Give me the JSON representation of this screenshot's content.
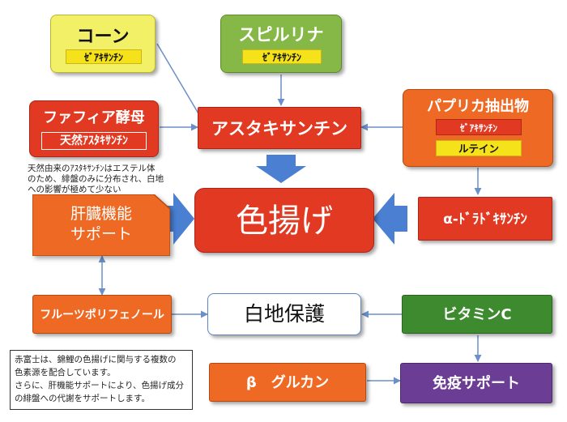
{
  "colors": {
    "lime": "#f2f066",
    "green": "#86b848",
    "red": "#e23a22",
    "orange": "#ee6a24",
    "purple": "#6b3d94",
    "darkgreen": "#3e8a2e",
    "chip_yellow": "#f5e21a",
    "connector": "#6b8fc9",
    "big_arrow": "#4a7fd2"
  },
  "nodes": {
    "corn": {
      "title": "コーン",
      "tag": "ｾﾞｱｷｻﾝﾁﾝ"
    },
    "spirulina": {
      "title": "スピルリナ",
      "tag": "ｾﾞｱｷｻﾝﾁﾝ"
    },
    "phaffia": {
      "title": "ファフィア酵母",
      "tag": "天然ｱｽﾀｷｻﾝﾁﾝ"
    },
    "astaxanthin": {
      "title": "アスタキサンチン"
    },
    "paprika": {
      "title": "パプリカ抽出物",
      "tags": [
        "ｾﾞｱｷｻﾝﾁﾝ",
        "ルテイン"
      ]
    },
    "alpha_doradoxanthin": {
      "title": "α-ﾄﾞﾗﾄﾞｷｻﾝﾁﾝ"
    },
    "coloration": {
      "title": "色揚げ"
    },
    "liver_support": {
      "line1": "肝臓機能",
      "line2": "サポート"
    },
    "fruit_polyphenol": {
      "title": "フルーツポリフェノール"
    },
    "white_protection": {
      "title": "白地保護"
    },
    "vitamin_c": {
      "title": "ビタミンC"
    },
    "beta_glucan": {
      "title": "β　グルカン"
    },
    "immune_support": {
      "title": "免疫サポート"
    }
  },
  "notes": {
    "astaxanthin_note": [
      "天然由来のｱｽﾀｷｻﾝﾁﾝはエステル体",
      "のため、緋盤のみに分布され、白地",
      "への影響が極めて少ない"
    ],
    "summary": [
      "赤富士は、錦鯉の色揚げに関与する複数の",
      "色素源を配合しています。",
      "さらに、肝機能サポートにより、色揚げ成分",
      "の緋盤への代謝をサポートします。"
    ]
  }
}
